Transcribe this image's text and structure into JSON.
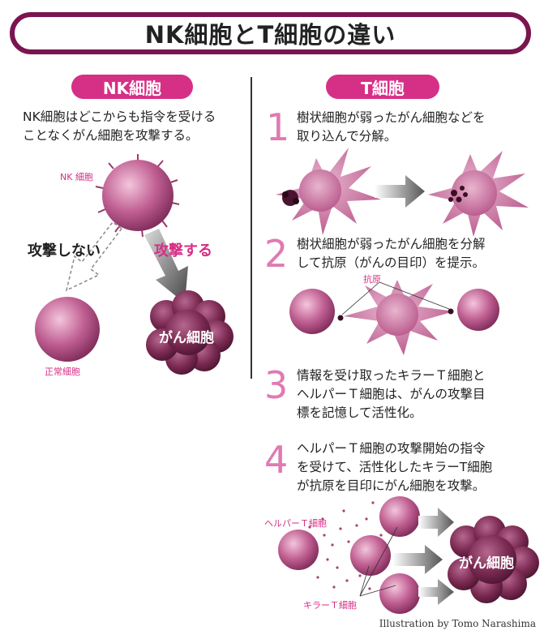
{
  "title": "NK細胞とT細胞の違い",
  "left": {
    "heading": "NK細胞",
    "description_line1": "NK細胞はどこからも指令を受ける",
    "description_line2": "ことなくがん細胞を攻撃する。",
    "label_nk_cell": "NK 細胞",
    "label_no_attack": "攻撃しない",
    "label_attack": "攻撃する",
    "label_normal_cell": "正常細胞",
    "label_cancer": "がん細胞"
  },
  "right": {
    "heading": "T細胞",
    "steps": [
      {
        "num": "1",
        "line1": "樹状細胞が弱ったがん細胞などを",
        "line2": "取り込んで分解。"
      },
      {
        "num": "2",
        "line1": "樹状細胞が弱ったがん細胞を分解",
        "line2": "して抗原（がんの目印）を提示。"
      },
      {
        "num": "3",
        "line1": "情報を受け取ったキラーＴ細胞と",
        "line2": "ヘルパーＴ細胞は、がんの攻撃目",
        "line3": "標を記憶して活性化。"
      },
      {
        "num": "4",
        "line1": "ヘルパーＴ細胞の攻撃開始の指令",
        "line2": "を受けて、活性化したキラーT細胞",
        "line3": "が抗原を目印にがん細胞を攻撃。"
      }
    ],
    "label_antigen": "抗原",
    "label_helper": "ヘルパーＴ細胞",
    "label_killer": "キラーＴ細胞",
    "label_cancer": "がん細胞"
  },
  "credit": "Illustration by Tomo Narashima",
  "colors": {
    "accent": "#d62f86",
    "frame": "#7a1550",
    "cell": "#b44d83",
    "cancer": "#6e2046",
    "number": "#e07ab1"
  }
}
